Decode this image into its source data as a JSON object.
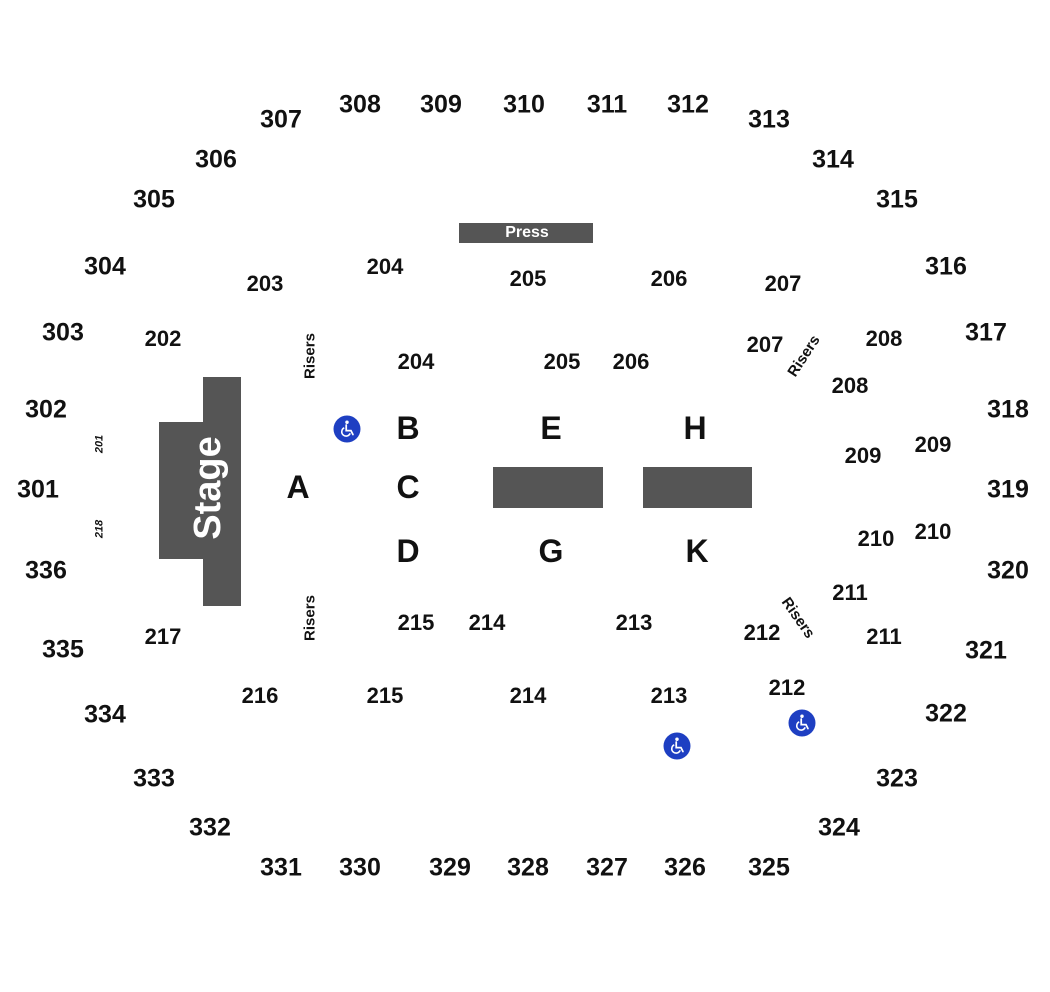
{
  "stage": {
    "label": "Stage"
  },
  "press": {
    "label": "Press"
  },
  "risers": {
    "label": "Risers"
  },
  "upper": {
    "s301": "301",
    "s302": "302",
    "s303": "303",
    "s304": "304",
    "s305": "305",
    "s306": "306",
    "s307": "307",
    "s308": "308",
    "s309": "309",
    "s310": "310",
    "s311": "311",
    "s312": "312",
    "s313": "313",
    "s314": "314",
    "s315": "315",
    "s316": "316",
    "s317": "317",
    "s318": "318",
    "s319": "319",
    "s320": "320",
    "s321": "321",
    "s322": "322",
    "s323": "323",
    "s324": "324",
    "s325": "325",
    "s326": "326",
    "s327": "327",
    "s328": "328",
    "s329": "329",
    "s330": "330",
    "s331": "331",
    "s332": "332",
    "s333": "333",
    "s334": "334",
    "s335": "335",
    "s336": "336"
  },
  "lower": {
    "s201": "201",
    "s202": "202",
    "s203": "203",
    "s204": "204",
    "s205": "205",
    "s206": "206",
    "s207": "207",
    "s208": "208",
    "s209": "209",
    "s210": "210",
    "s211": "211",
    "s212": "212",
    "s213": "213",
    "s214": "214",
    "s215": "215",
    "s216": "216",
    "s217": "217",
    "s218": "218"
  },
  "floor": {
    "A": "A",
    "B": "B",
    "C": "C",
    "D": "D",
    "E": "E",
    "G": "G",
    "H": "H",
    "K": "K"
  },
  "colors": {
    "block": "#555555",
    "accessible": "#1e3fc2",
    "text": "#111111"
  },
  "icons": {
    "accessible": "wheelchair-icon"
  }
}
